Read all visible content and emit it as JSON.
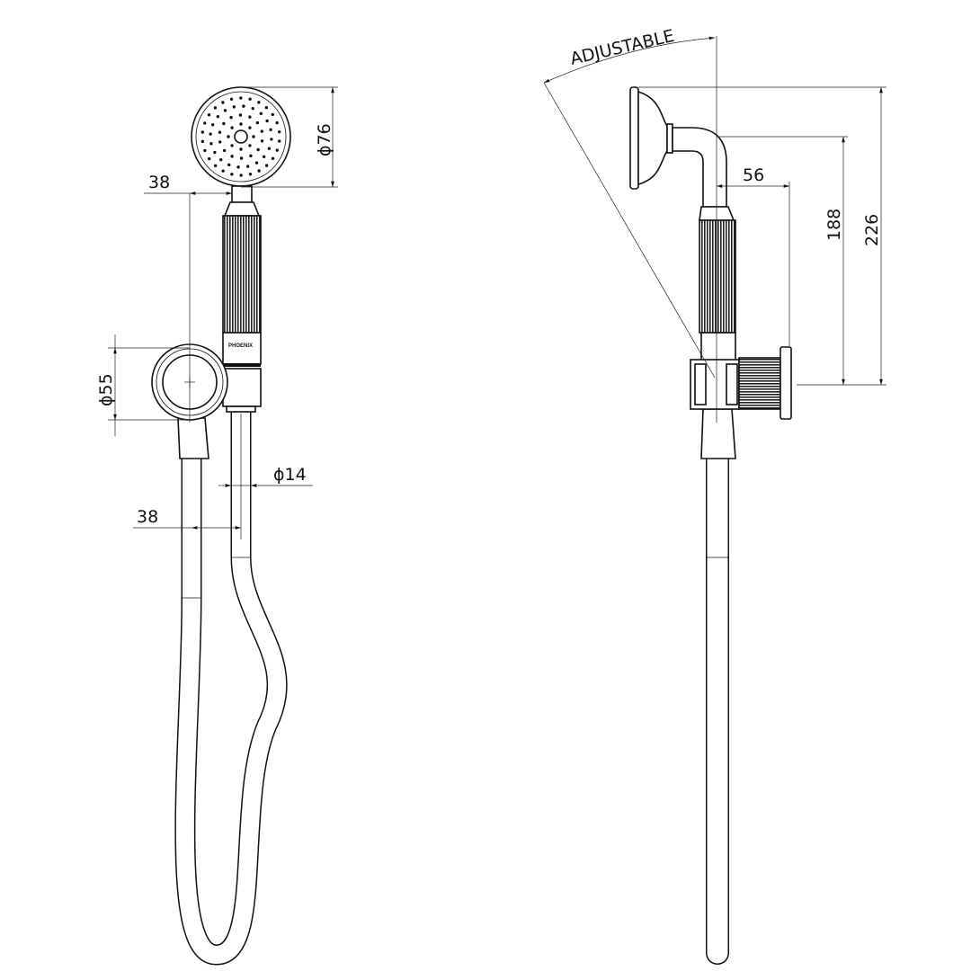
{
  "drawing": {
    "brand_mark": "PHOENIX",
    "front_view": {
      "dimensions": {
        "head_diameter": "ϕ76",
        "holder_offset_top": "38",
        "bracket_diameter": "ϕ55",
        "hose_diameter": "ϕ14",
        "hose_offset_bottom": "38"
      }
    },
    "side_view": {
      "annotation": "ADJUSTABLE",
      "dimensions": {
        "projection": "56",
        "height_to_elbow": "188",
        "overall_height": "226"
      }
    },
    "line_color": "#111111",
    "background_color": "#ffffff"
  }
}
